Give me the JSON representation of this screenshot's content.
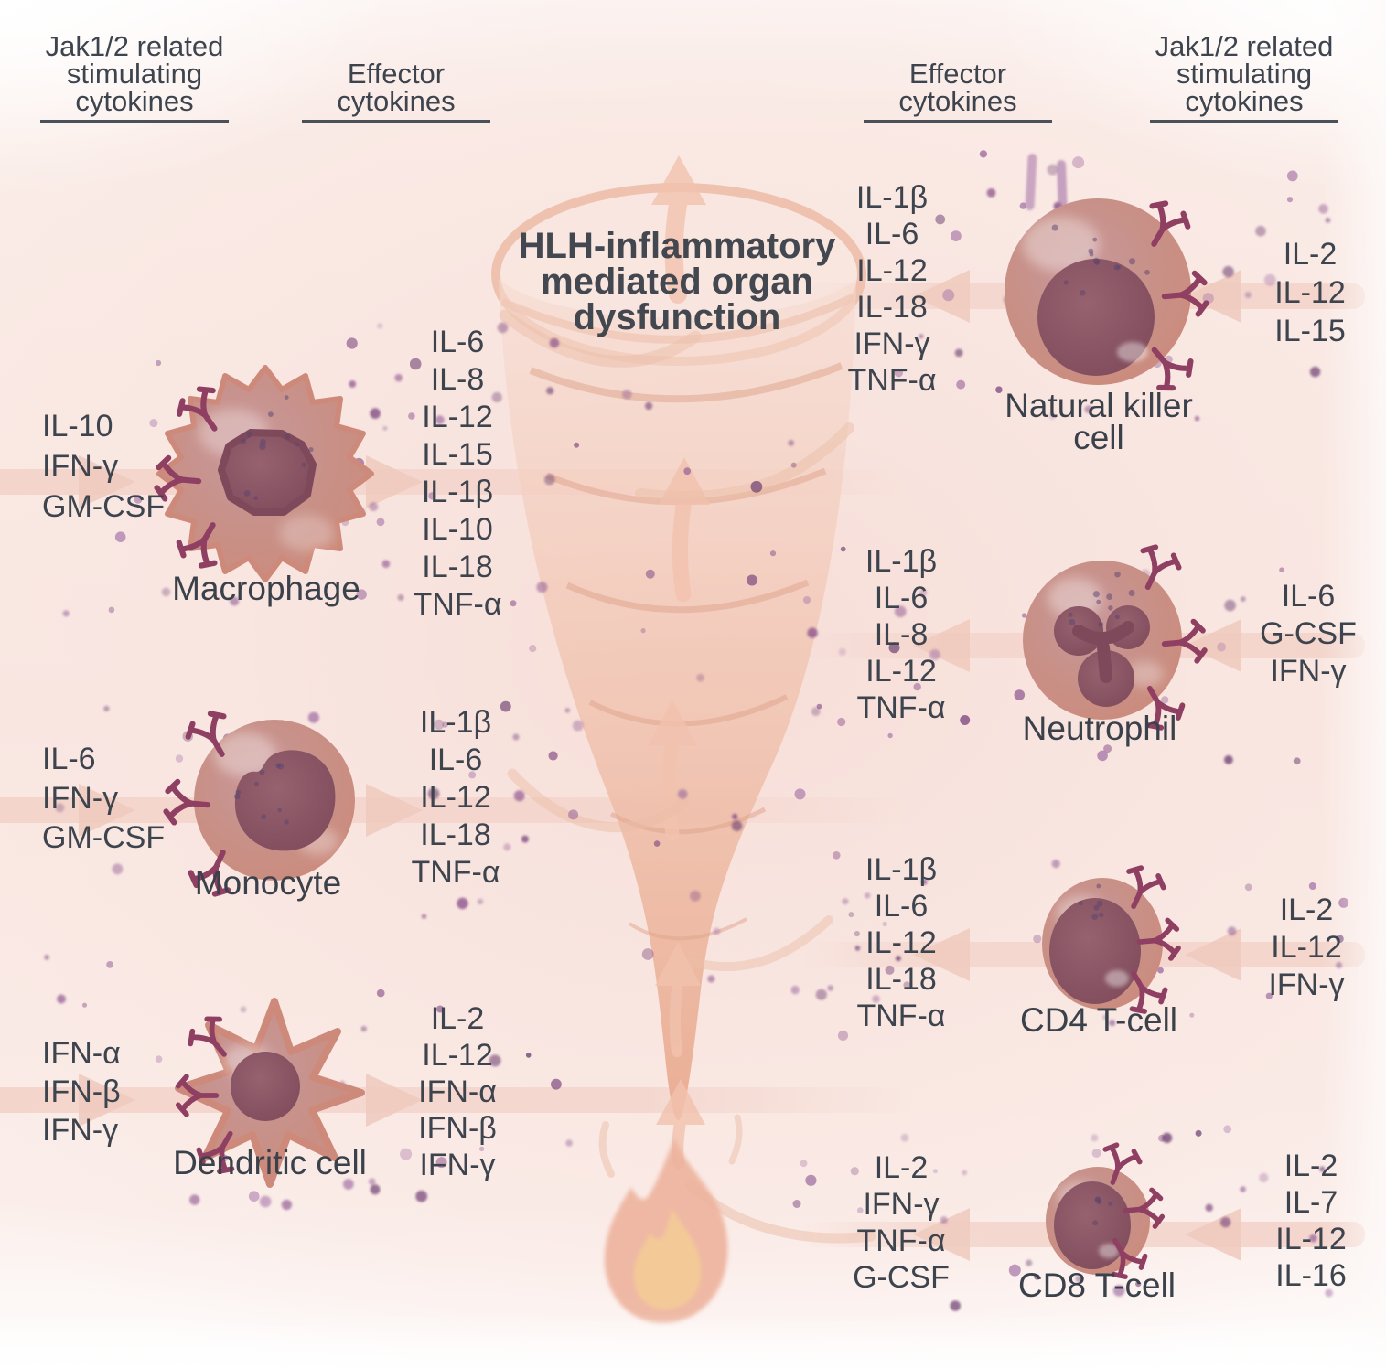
{
  "title_lines": [
    "HLH-inflammatory",
    "mediated organ",
    "dysfunction"
  ],
  "column_headers": {
    "left_jak": [
      "Jak1/2 related",
      "stimulating",
      "cytokines"
    ],
    "left_effector": [
      "Effector",
      "cytokines"
    ],
    "right_effector": [
      "Effector",
      "cytokines"
    ],
    "right_jak": [
      "Jak1/2 related",
      "stimulating",
      "cytokines"
    ]
  },
  "cells": {
    "macrophage": {
      "label": "Macrophage",
      "stimulating": [
        "IL-10",
        "IFN-γ",
        "GM-CSF"
      ],
      "effector": [
        "IL-6",
        "IL-8",
        "IL-12",
        "IL-15",
        "IL-1β",
        "IL-10",
        "IL-18",
        "TNF-α"
      ]
    },
    "monocyte": {
      "label": "Monocyte",
      "stimulating": [
        "IL-6",
        "IFN-γ",
        "GM-CSF"
      ],
      "effector": [
        "IL-1β",
        "IL-6",
        "IL-12",
        "IL-18",
        "TNF-α"
      ]
    },
    "dendritic": {
      "label": "Dendritic cell",
      "stimulating": [
        "IFN-α",
        "IFN-β",
        "IFN-γ"
      ],
      "effector": [
        "IL-2",
        "IL-12",
        "IFN-α",
        "IFN-β",
        "IFN-γ"
      ]
    },
    "nk": {
      "label_lines": [
        "Natural killer",
        "cell"
      ],
      "stimulating": [
        "IL-2",
        "IL-12",
        "IL-15"
      ],
      "effector": [
        "IL-1β",
        "IL-6",
        "IL-12",
        "IL-18",
        "IFN-γ",
        "TNF-α"
      ]
    },
    "neutrophil": {
      "label": "Neutrophil",
      "stimulating": [
        "IL-6",
        "G-CSF",
        "IFN-γ"
      ],
      "effector": [
        "IL-1β",
        "IL-6",
        "IL-8",
        "IL-12",
        "TNF-α"
      ]
    },
    "cd4": {
      "label": "CD4 T-cell",
      "stimulating": [
        "IL-2",
        "IL-12",
        "IFN-γ"
      ],
      "effector": [
        "IL-1β",
        "IL-6",
        "IL-12",
        "IL-18",
        "TNF-α"
      ]
    },
    "cd8": {
      "label": "CD8 T-cell",
      "stimulating": [
        "IL-2",
        "IL-7",
        "IL-12",
        "IL-16"
      ],
      "effector": [
        "IL-2",
        "IFN-γ",
        "TNF-α",
        "G-CSF"
      ]
    }
  },
  "icons": {
    "tornado": "cytokine-storm-tornado",
    "flame": "inflammation-flame",
    "receptor": "cytokine-receptor",
    "arrow_up": "upward-flow-arrow",
    "arrow_band": "cytokine-flow-arrow"
  },
  "colors": {
    "background_pink": "#f9e6e1",
    "band": "#f3d4cb",
    "cell_body": "#cb8e82",
    "nucleus": "#8a5565",
    "receptor": "#8e3f62",
    "dot_purple": "#8a4f8c",
    "tornado": "#f0c3b0",
    "flame_outer": "#edb39d",
    "flame_inner": "#f4cb97",
    "text": "#3e444e"
  }
}
